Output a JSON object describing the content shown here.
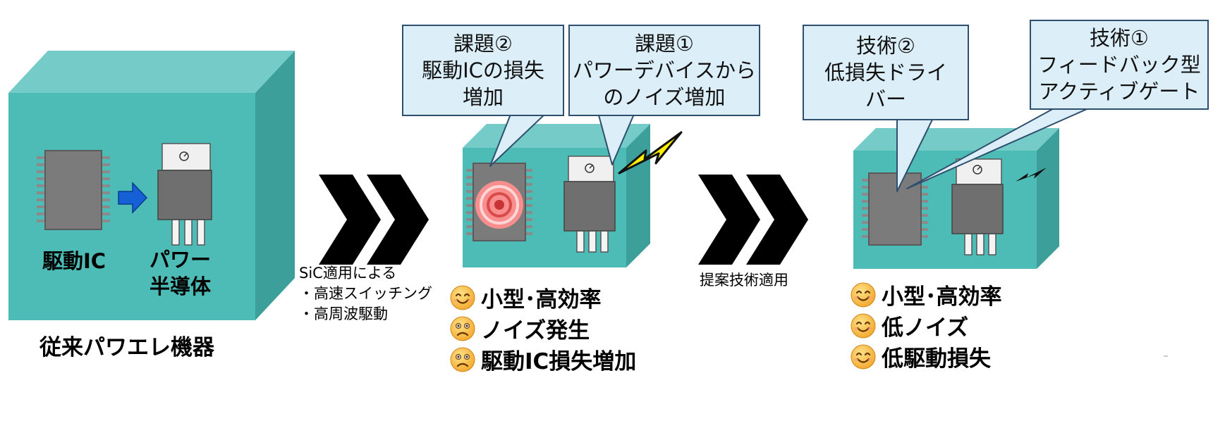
{
  "labels": {
    "driver_ic": "駆動IC",
    "power_semi_1": "パワー",
    "power_semi_2": "半導体",
    "conventional": "従来パワエレ機器",
    "sic_note": [
      "SiC適用による",
      "・高速スイッチング",
      "・高周波駆動"
    ],
    "proposal_note": "提案技術適用"
  },
  "callouts": {
    "issue2": [
      "課題②",
      "駆動ICの損失",
      "増加"
    ],
    "issue1": [
      "課題①",
      "パワーデバイスから",
      "のノイズ増加"
    ],
    "tech2": [
      "技術②",
      "低損失ドライ",
      "バー"
    ],
    "tech1": [
      "技術①",
      "フィードバック型",
      "アクティブゲート"
    ]
  },
  "results_middle": [
    {
      "mood": "happy",
      "text": "小型･高効率"
    },
    {
      "mood": "sad",
      "text": "ノイズ発生"
    },
    {
      "mood": "sad",
      "text": "駆動IC損失増加"
    }
  ],
  "results_right": [
    {
      "mood": "happy",
      "text": "小型･高効率"
    },
    {
      "mood": "happy",
      "text": "低ノイズ"
    },
    {
      "mood": "happy",
      "text": "低駆動損失"
    }
  ],
  "colors": {
    "box_front": "#4dbcb6",
    "box_top": "#74cbc7",
    "box_side": "#3c9f9a",
    "callout_fill": "#dceff9",
    "callout_border": "#2f4f6f",
    "arrow_blue": "#1560d6",
    "bolt_yellow": "#ffee00"
  }
}
